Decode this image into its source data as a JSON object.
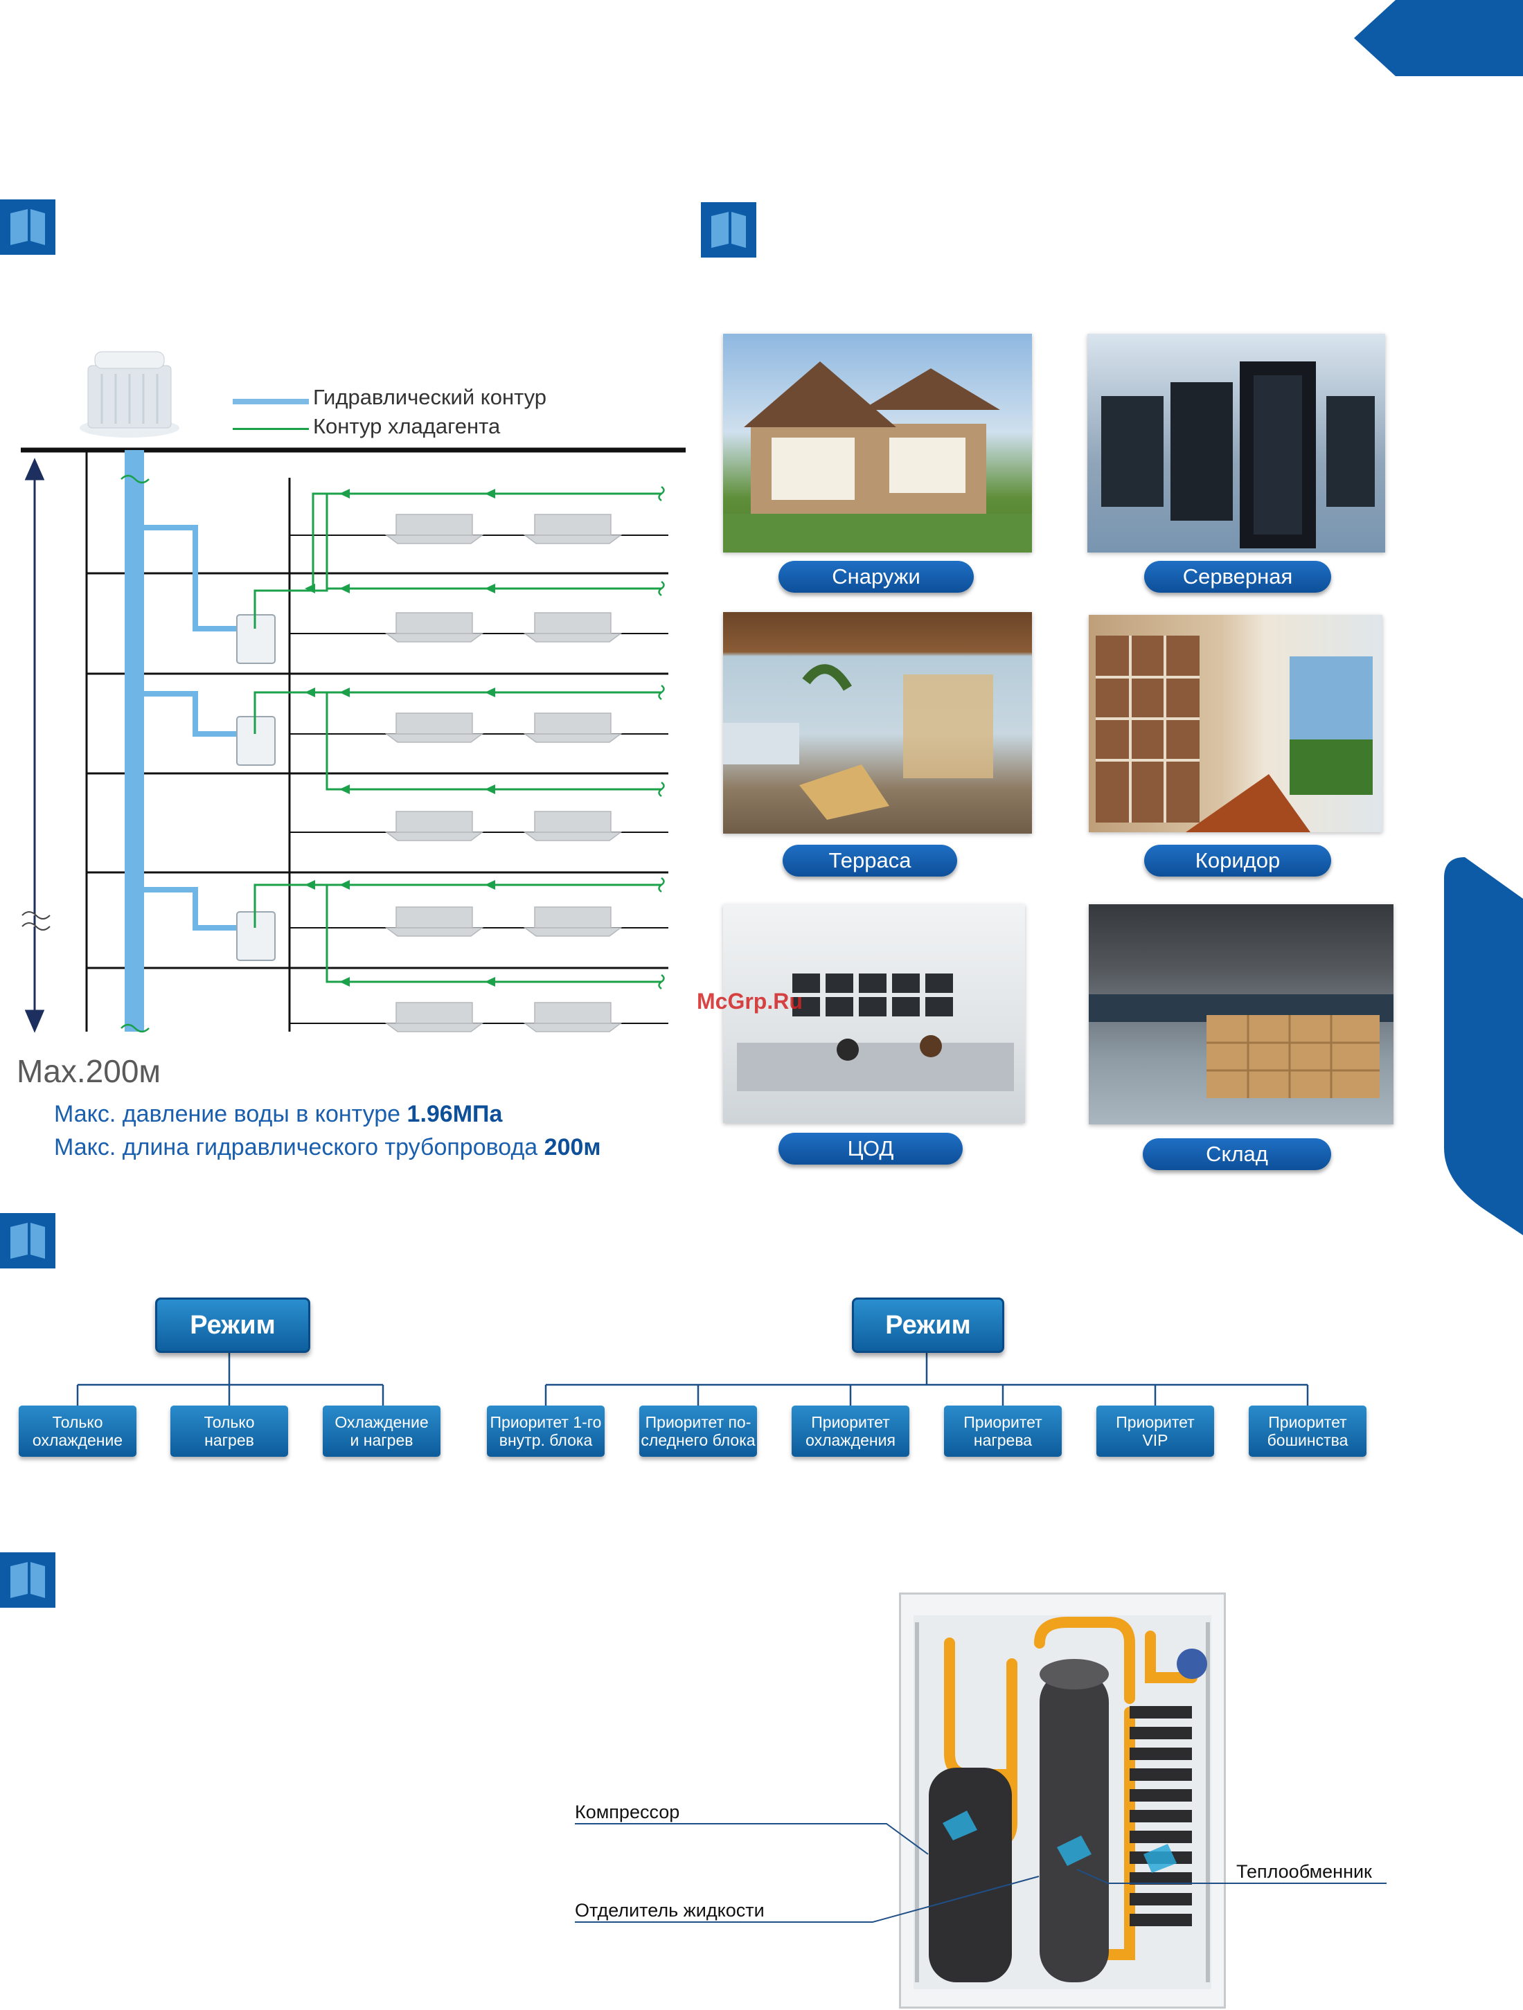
{
  "legend": {
    "hydraulic": "Гидравлический контур",
    "refrigerant": "Контур хладагента"
  },
  "max_label": "Max.200м",
  "notes": [
    {
      "text": "Макс. давление воды в контуре ",
      "value": "1.96МПа"
    },
    {
      "text": "Макс. длина гидравлического трубопровода ",
      "value": "200м"
    }
  ],
  "applications": [
    {
      "label": "Снаружи"
    },
    {
      "label": "Серверная"
    },
    {
      "label": "Терраса"
    },
    {
      "label": "Коридор"
    },
    {
      "label": "ЦОД"
    },
    {
      "label": "Склад"
    }
  ],
  "watermark": "McGrp.Ru",
  "modes_left": {
    "title": "Режим",
    "items": [
      "Только\nохлаждение",
      "Только\nнагрев",
      "Охлаждение\nи нагрев"
    ]
  },
  "modes_right": {
    "title": "Режим",
    "items": [
      "Приоритет 1-го\nвнутр. блока",
      "Приоритет по-\nследнего блока",
      "Приоритет\nохлаждения",
      "Приоритет\nнагрева",
      "Приоритет\nVIP",
      "Приоритет\nбошинства"
    ]
  },
  "unit_callouts": {
    "compressor": "Компрессор",
    "separator": "Отделитель жидкости",
    "exchanger": "Теплообменник"
  },
  "colors": {
    "brand_blue": "#0d5aa7",
    "hydraulic": "#6fb6e6",
    "refrigerant": "#1aa14a"
  }
}
